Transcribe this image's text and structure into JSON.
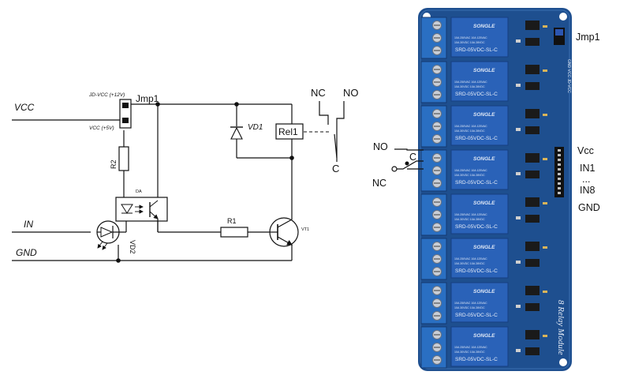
{
  "schematic": {
    "vcc": "VCC",
    "jd_vcc_pin": "JD-VCC (+12V)",
    "vcc_pin": "VCC (+5V)",
    "jumper": "Jmp1",
    "diode": "VD1",
    "relay": "Rel1",
    "nc": "NC",
    "no": "NO",
    "common": "C",
    "r2": "R2",
    "optocoupler": "DA",
    "input": "IN",
    "gnd": "GND",
    "led": "VD2",
    "r1": "R1",
    "transistor": "VT1"
  },
  "board": {
    "relay_brand": "SONGLE",
    "relay_rating_1": "10A 250VAC  10A 125VAC",
    "relay_rating_2": "10A 30VDC  10A 28VDC",
    "relay_model": "SRD-05VDC-SL-C",
    "module_title": "8 Relay Module",
    "header_print": "GND VCC JD-VCC",
    "jumper_label": "Jmp1",
    "terminal_no": "NO",
    "terminal_c": "C",
    "terminal_nc": "NC",
    "pin_vcc": "Vcc",
    "pin_in1": "IN1",
    "pin_dots": "...",
    "pin_in8": "IN8",
    "pin_gnd": "GND",
    "colors": {
      "pcb": "#1e4f8f",
      "relay": "#2a62b8",
      "terminal": "#2a6fc2"
    }
  }
}
